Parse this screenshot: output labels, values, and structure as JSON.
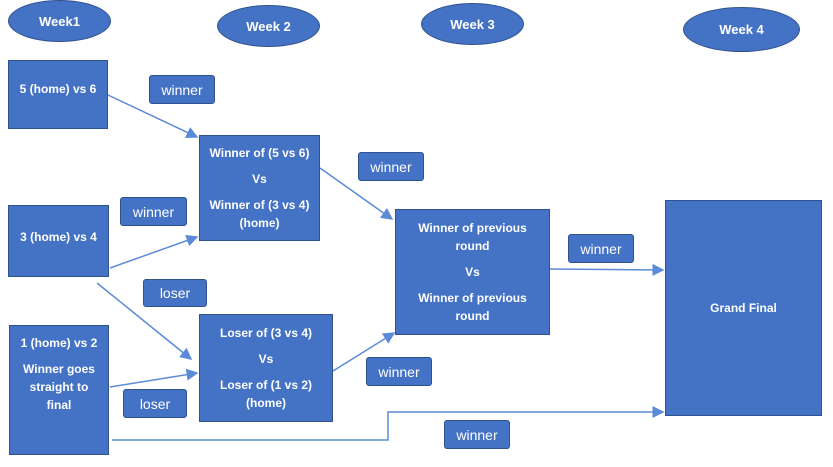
{
  "weeks": [
    "Week1",
    "Week 2",
    "Week 3",
    "Week 4"
  ],
  "boxes": {
    "m56": [
      "5 (home) vs 6"
    ],
    "m34": [
      "3 (home) vs 4"
    ],
    "m12": [
      "1 (home) vs 2",
      "Winner goes straight to final"
    ],
    "semi_a": [
      "Winner of (5 vs 6)",
      "Vs",
      "Winner of (3 vs 4) (home)"
    ],
    "semi_b": [
      "Loser of (3 vs 4)",
      "Vs",
      "Loser of (1 vs 2) (home)"
    ],
    "prelim": [
      "Winner of previous round",
      "Vs",
      "Winner of previous round"
    ],
    "final": [
      "Grand Final"
    ]
  },
  "labels": {
    "winner_1": "winner",
    "winner_2": "winner",
    "winner_3": "winner",
    "winner_4": "winner",
    "winner_5": "winner",
    "winner_6": "winner",
    "loser_1": "loser",
    "loser_2": "loser"
  },
  "colors": {
    "fill": "#4472C4",
    "border": "#2F528F",
    "connector": "#5B8BD6"
  }
}
